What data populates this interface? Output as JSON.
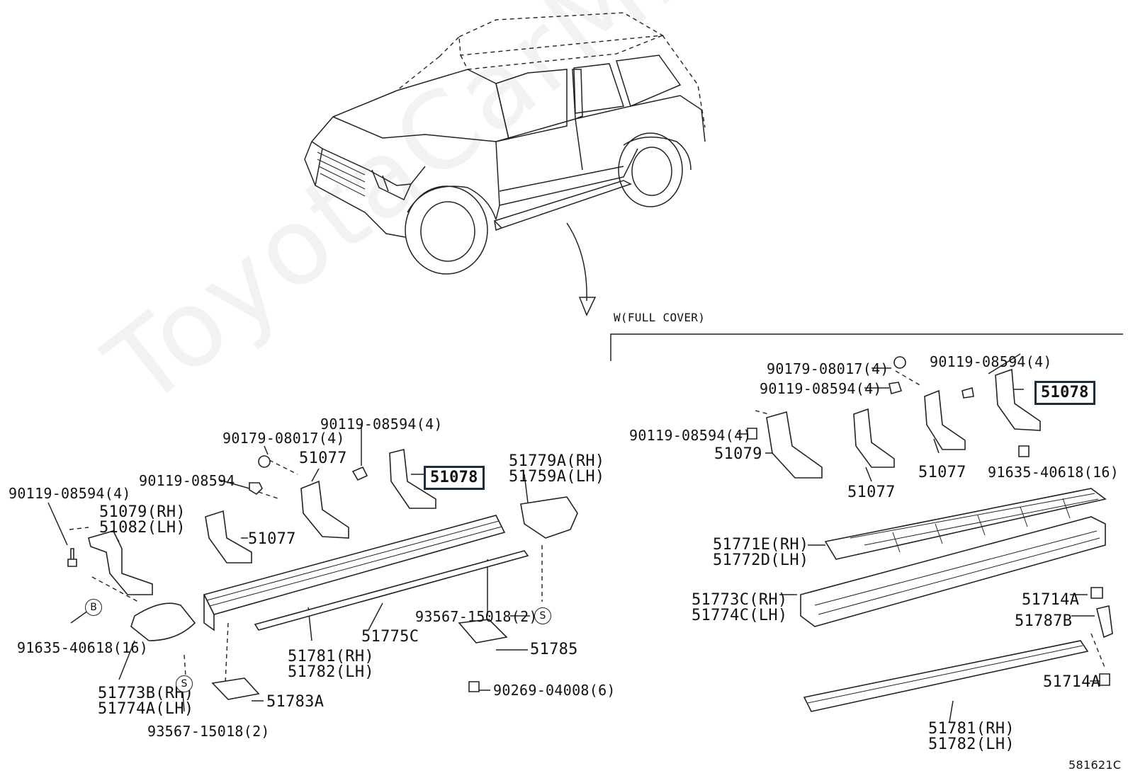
{
  "watermark": "ToyotaCarMine.ru",
  "diagram_code": "581621C",
  "section_label": "W(FULL  COVER)",
  "left": {
    "bolt_a": "90119-08594(4)",
    "bracket_rh_lh": [
      "51079(RH)",
      "51082(LH)"
    ],
    "circle_b": "B",
    "clip_a": "91635-40618(16)",
    "step_cap": [
      "51773B(RH)",
      "51774A(LH)"
    ],
    "circle_s1": "S",
    "screw_a": "93567-15018(2)",
    "nut_a": "90179-08017(4)",
    "bolt_b": "90119-08594",
    "bolt_c": "90119-08594(4)",
    "bracket_51077_a": "51077",
    "bracket_51077_b": "51077",
    "bracket_51078": "51078",
    "end_cap": [
      "51779A(RH)",
      "51759A(LH)"
    ],
    "screw_b": "93567-15018(2)",
    "circle_s2": "S",
    "moulding": "51775C",
    "step": [
      "51781(RH)",
      "51782(LH)"
    ],
    "plate_51785": "51785",
    "bolt_d": "90269-04008(6)",
    "plate_51783a": "51783A"
  },
  "right": {
    "nut_a": "90179-08017(4)",
    "bolt_a": "90119-08594(4)",
    "bolt_b": "90119-08594(4)",
    "bolt_c": "90119-08594(4)",
    "bracket_51078": "51078",
    "bracket_51079": "51079",
    "bracket_51077_a": "51077",
    "bracket_51077_b": "51077",
    "clip_a": "91635-40618(16)",
    "step_pad": [
      "51771E(RH)",
      "51772D(LH)"
    ],
    "step_board": [
      "51773C(RH)",
      "51774C(LH)"
    ],
    "screw_a": "51714A",
    "bracket_51787b": "51787B",
    "screw_b": "51714A",
    "step": [
      "51781(RH)",
      "51782(LH)"
    ]
  }
}
